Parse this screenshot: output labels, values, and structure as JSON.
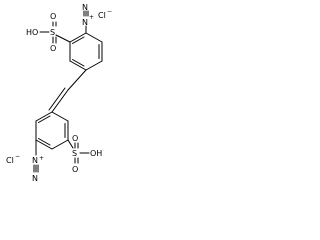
{
  "molecule": {
    "top_chloride": "Cl",
    "top_chloride_charge": "−",
    "top_diazonium_n_inner": "N",
    "top_diazonium_n_outer": "N",
    "top_diazonium_charge": "+",
    "top_sulfo_oh": "HO",
    "top_sulfo_s": "S",
    "top_sulfo_o_upper": "O",
    "top_sulfo_o_lower": "O",
    "bottom_chloride": "Cl",
    "bottom_chloride_charge": "−",
    "bottom_diazonium_n_inner": "N",
    "bottom_diazonium_n_outer": "N",
    "bottom_diazonium_charge": "+",
    "bottom_sulfo_s": "S",
    "bottom_sulfo_oh": "OH",
    "bottom_sulfo_o_upper": "O",
    "bottom_sulfo_o_lower": "O"
  }
}
